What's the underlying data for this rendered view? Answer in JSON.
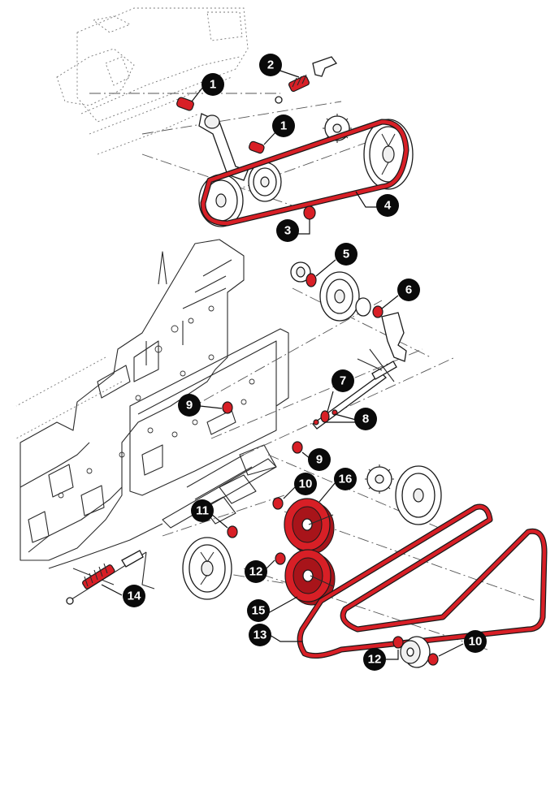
{
  "colors": {
    "highlight": "#d81f26",
    "callout_fill": "#0a0a0a",
    "callout_text": "#ffffff",
    "line": "#1a1a1a"
  },
  "callouts": [
    {
      "id": "callout-1a",
      "label": "1"
    },
    {
      "id": "callout-1b",
      "label": "1"
    },
    {
      "id": "callout-2",
      "label": "2"
    },
    {
      "id": "callout-3",
      "label": "3"
    },
    {
      "id": "callout-4",
      "label": "4"
    },
    {
      "id": "callout-5",
      "label": "5"
    },
    {
      "id": "callout-6",
      "label": "6"
    },
    {
      "id": "callout-7",
      "label": "7"
    },
    {
      "id": "callout-8",
      "label": "8"
    },
    {
      "id": "callout-9a",
      "label": "9"
    },
    {
      "id": "callout-9b",
      "label": "9"
    },
    {
      "id": "callout-10a",
      "label": "10"
    },
    {
      "id": "callout-10b",
      "label": "10"
    },
    {
      "id": "callout-11",
      "label": "11"
    },
    {
      "id": "callout-12a",
      "label": "12"
    },
    {
      "id": "callout-12b",
      "label": "12"
    },
    {
      "id": "callout-13",
      "label": "13"
    },
    {
      "id": "callout-14",
      "label": "14"
    },
    {
      "id": "callout-15",
      "label": "15"
    },
    {
      "id": "callout-16",
      "label": "16"
    }
  ]
}
